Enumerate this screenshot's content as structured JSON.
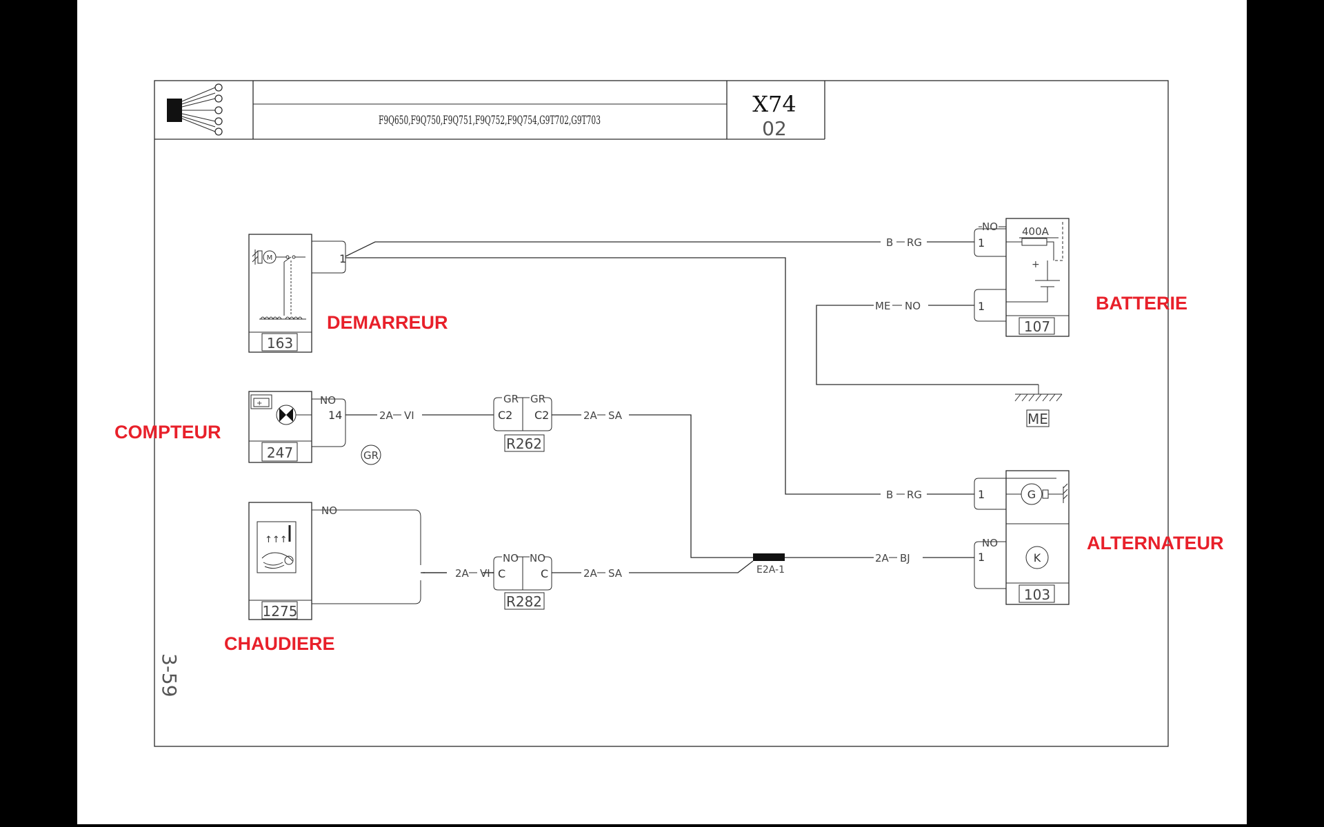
{
  "colors": {
    "label_red": "#e8202a",
    "line": "#2a2a2a",
    "background": "#000000"
  },
  "header": {
    "engines": "F9Q650,F9Q750,F9Q751,F9Q752,F9Q754,G9T702,G9T703",
    "code": "X74",
    "sheet_no": "02"
  },
  "page_ref": "3-59",
  "labels": {
    "demarreur": "DEMARREUR",
    "batterie": "BATTERIE",
    "compteur": "COMPTEUR",
    "alternateur": "ALTERNATEUR",
    "chaudiere": "CHAUDIERE"
  },
  "components": {
    "starter": {
      "id": "163",
      "pin": "1",
      "icon": "starter-motor-icon",
      "motor_letter": "M"
    },
    "battery": {
      "id": "107",
      "fuse": "400A",
      "pin_top": "1",
      "pin_ground": "1",
      "wire_color": "NO",
      "plus_sign": "+"
    },
    "meter": {
      "id": "247",
      "pin": "14",
      "wire_color": "NO",
      "icon": "charge-warning-lamp-icon"
    },
    "alternator": {
      "id": "103",
      "pin_g": "1",
      "pin_k": "1",
      "wire_color": "NO",
      "letter_g": "G",
      "letter_k": "K"
    },
    "heater": {
      "id": "1275",
      "pin": "C",
      "wire_color": "NO",
      "icon": "heater-fan-icon"
    },
    "ground": {
      "id": "ME"
    },
    "gr_mark": "GR"
  },
  "connectors": {
    "r262": {
      "id": "R262",
      "left_color": "GR",
      "right_color": "GR",
      "left_pin": "C2",
      "right_pin": "C2"
    },
    "r282": {
      "id": "R282",
      "left_color": "NO",
      "right_color": "NO",
      "left_pin": "C",
      "right_pin": "C"
    },
    "splice": {
      "id": "E2A-1"
    }
  },
  "wires": {
    "battery_starter": {
      "section": "B",
      "color": "RG"
    },
    "battery_ground": {
      "section": "ME",
      "color": "NO"
    },
    "alternator_starter": {
      "section": "B",
      "color": "RG"
    },
    "meter_r262": {
      "section": "2A",
      "color": "VI"
    },
    "r262_splice": {
      "section": "2A",
      "color": "SA"
    },
    "heater_r282": {
      "section": "2A",
      "color": "VI"
    },
    "r282_splice": {
      "section": "2A",
      "color": "SA"
    },
    "splice_alternator": {
      "section": "2A",
      "color": "BJ"
    }
  }
}
